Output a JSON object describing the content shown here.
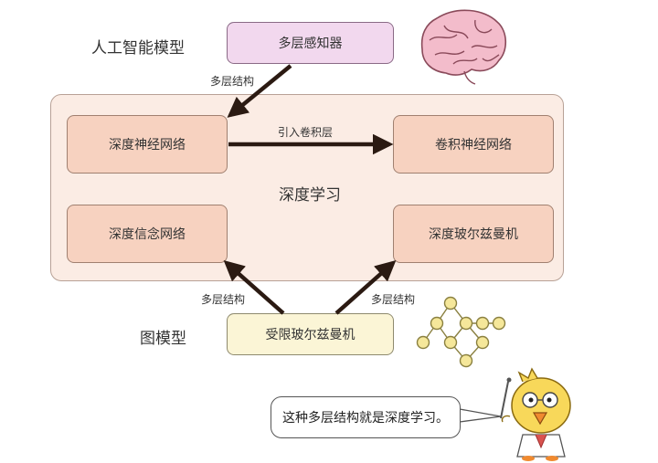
{
  "top": {
    "category_label": "人工智能模型",
    "perceptron": "多层感知器",
    "edge_label": "多层结构"
  },
  "deep_learning": {
    "title": "深度学习",
    "dnn": "深度神经网络",
    "cnn": "卷积神经网络",
    "dbn": "深度信念网络",
    "dbm": "深度玻尔兹曼机",
    "edge_label": "引入卷积层"
  },
  "bottom": {
    "category_label": "图模型",
    "rbm": "受限玻尔兹曼机",
    "edge_left": "多层结构",
    "edge_right": "多层结构"
  },
  "speech_bubble": "这种多层结构就是深度学习。",
  "colors": {
    "perceptron_fill": "#f2d8ee",
    "deep_fill": "#f7d2c0",
    "container_fill": "#fbece4",
    "rbm_fill": "#fbf5d6",
    "arrow": "#2b1a12",
    "graph_node": "#f5e79a"
  },
  "icons": [
    "brain-icon",
    "graph-network-icon",
    "chick-mascot-icon"
  ]
}
